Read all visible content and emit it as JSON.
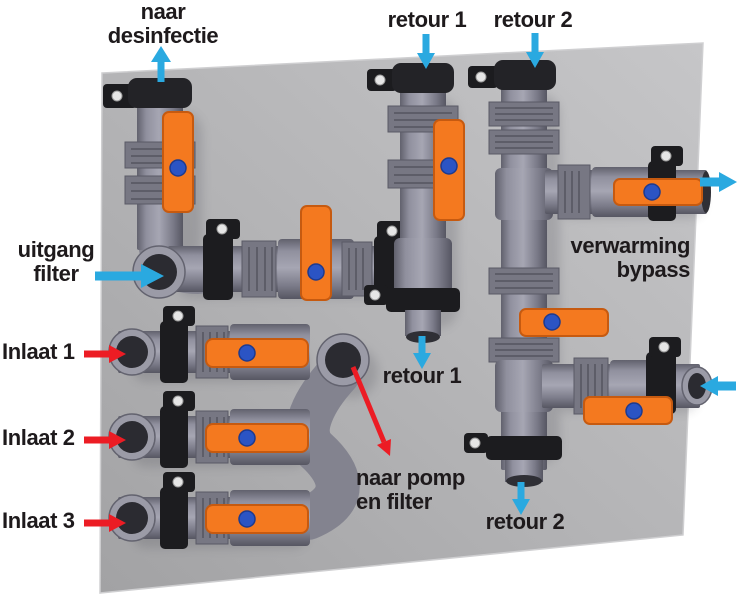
{
  "labels": {
    "naar_desinfectie": {
      "line1": "naar",
      "line2": "desinfectie"
    },
    "retour_1_top": "retour 1",
    "retour_2_top": "retour 2",
    "uitgang_filter": {
      "line1": "uitgang",
      "line2": "filter"
    },
    "inlaat_1": "Inlaat 1",
    "inlaat_2": "Inlaat 2",
    "inlaat_3": "Inlaat 3",
    "retour_1_mid": "retour 1",
    "verwarming_bypass": {
      "line1": "verwarming",
      "line2": "bypass"
    },
    "naar_pomp": {
      "line1": "naar pomp",
      "line2": "en filter"
    },
    "retour_2_bottom": "retour 2"
  },
  "colors": {
    "valve_handle": "#f4791f",
    "handle_dot": "#2b54c4",
    "arrow_flow": "#2aa9e0",
    "arrow_inlet": "#ec1c24",
    "pipe": "#8a8a97",
    "panel": "#b7b7b9",
    "clamp": "#1c1c1f",
    "text": "#1e1a1c",
    "background": "#ffffff"
  },
  "flow_arrows": [
    {
      "name": "naar-desinfectie-arrow",
      "direction": "up",
      "type": "flow"
    },
    {
      "name": "retour-1-top-arrow",
      "direction": "down",
      "type": "flow"
    },
    {
      "name": "retour-2-top-arrow",
      "direction": "down",
      "type": "flow"
    },
    {
      "name": "uitgang-filter-arrow",
      "direction": "right",
      "type": "flow"
    },
    {
      "name": "inlaat-1-arrow",
      "direction": "right",
      "type": "inlet"
    },
    {
      "name": "inlaat-2-arrow",
      "direction": "right",
      "type": "inlet"
    },
    {
      "name": "inlaat-3-arrow",
      "direction": "right",
      "type": "inlet"
    },
    {
      "name": "retour-1-mid-arrow",
      "direction": "down",
      "type": "flow"
    },
    {
      "name": "naar-pomp-arrow",
      "direction": "down-right",
      "type": "inlet"
    },
    {
      "name": "retour-2-bottom-arrow",
      "direction": "down",
      "type": "flow"
    },
    {
      "name": "verwarming-bypass-out-arrow",
      "direction": "right",
      "type": "flow"
    },
    {
      "name": "verwarming-bypass-in-arrow",
      "direction": "left",
      "type": "flow"
    }
  ]
}
